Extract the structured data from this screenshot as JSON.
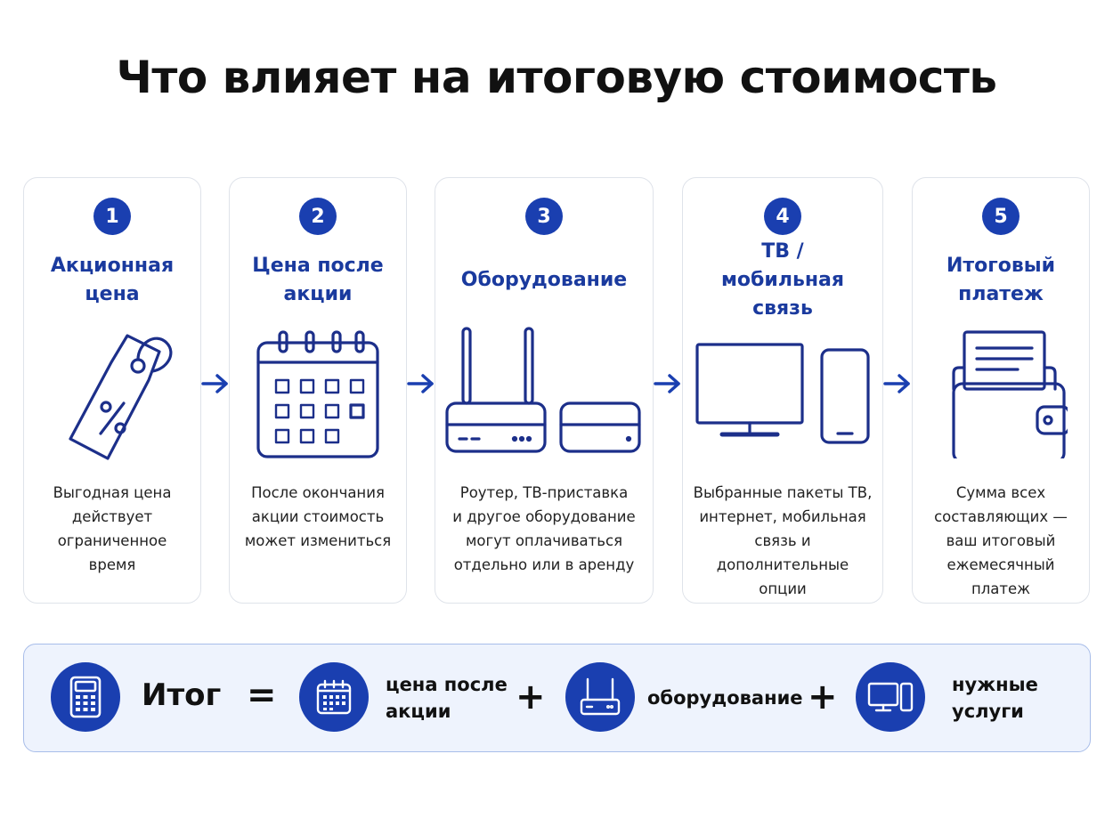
{
  "title": "Что влияет на итоговую стоимость",
  "steps": [
    {
      "number": "1",
      "title_lines": [
        "Акционная",
        "цена"
      ],
      "icon": "price-tag-percent-icon",
      "desc_lines": [
        "Выгодная цена",
        "действует",
        "ограниченное",
        "время"
      ]
    },
    {
      "number": "2",
      "title_lines": [
        "Цена после",
        "акции"
      ],
      "icon": "calendar-icon",
      "desc_lines": [
        "После окончания",
        "акции стоимость",
        "может измениться"
      ]
    },
    {
      "number": "3",
      "title_lines": [
        "Оборудование"
      ],
      "icon": "router-and-tv-box-icon",
      "desc_lines": [
        "Роутер, ТВ-приставка",
        "и другое оборудование",
        "могут оплачиваться",
        "отдельно или в аренду"
      ]
    },
    {
      "number": "4",
      "title_lines": [
        "ТВ /",
        "мобильная связь"
      ],
      "icon": "tv-and-phone-icon",
      "desc_lines": [
        "Выбранные пакеты ТВ,",
        "интернет, мобильная",
        "связь и дополнительные",
        "опции"
      ]
    },
    {
      "number": "5",
      "title_lines": [
        "Итоговый",
        "платеж"
      ],
      "icon": "wallet-with-bill-icon",
      "desc_lines": [
        "Сумма всех",
        "составляющих —",
        "ваш итоговый",
        "ежемесячный платеж"
      ]
    }
  ],
  "summary": {
    "result_label": "Итог",
    "equals": "=",
    "plus": "+",
    "terms": [
      {
        "icon": "calendar-icon",
        "label_lines": [
          "цена после",
          "акции"
        ]
      },
      {
        "icon": "router-icon",
        "label_lines": [
          "оборудование"
        ]
      },
      {
        "icon": "tv-and-phone-icon",
        "label_lines": [
          "нужные",
          "услуги"
        ]
      }
    ],
    "result_icon": "calculator-icon"
  },
  "colors": {
    "accent": "#1a3fb0",
    "title_blue": "#1a3a9e",
    "line_art": "#1c2f8a",
    "summary_bg": "#eef3fd",
    "summary_border": "#a8bde9"
  }
}
